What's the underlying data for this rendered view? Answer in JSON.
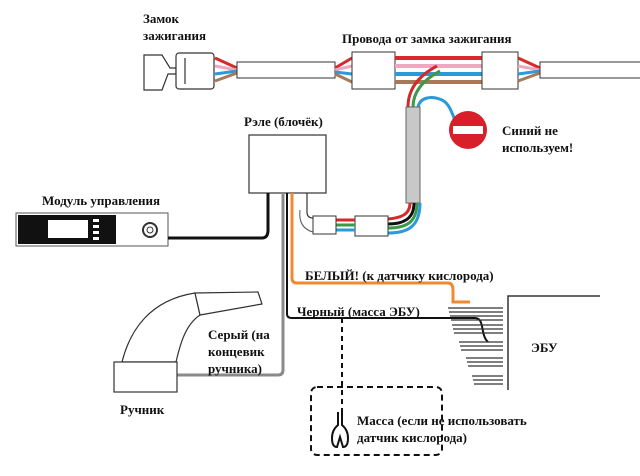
{
  "labels": {
    "ignition_lock_1": "Замок",
    "ignition_lock_2": "зажигания",
    "ignition_wires": "Провода от замка зажигания",
    "relay": "Рэле (блочёк)",
    "blue_unused_1": "Синий не",
    "blue_unused_2": "используем!",
    "control_module": "Модуль управления",
    "white_wire": "БЕЛЫЙ! (к датчику кислорода)",
    "black_wire": "Черный (масса ЭБУ)",
    "gray_wire_1": "Серый (на",
    "gray_wire_2": "концевик",
    "gray_wire_3": "ручника)",
    "handbrake": "Ручник",
    "ecu": "ЭБУ",
    "ground_1": "Масса (если не использовать",
    "ground_2": "датчик кислорода)"
  },
  "wire_colors": {
    "red": "#d42a2a",
    "pink": "#f0a8c0",
    "blue": "#2a9ad8",
    "brown": "#a87858",
    "green": "#3a9a4a",
    "orange": "#f08a30",
    "gray": "#8a8a8a",
    "black": "#111111",
    "no_entry": "#d8202a"
  },
  "icons": [
    "ignition-key-icon",
    "no-entry-icon",
    "ground-lug-icon"
  ]
}
